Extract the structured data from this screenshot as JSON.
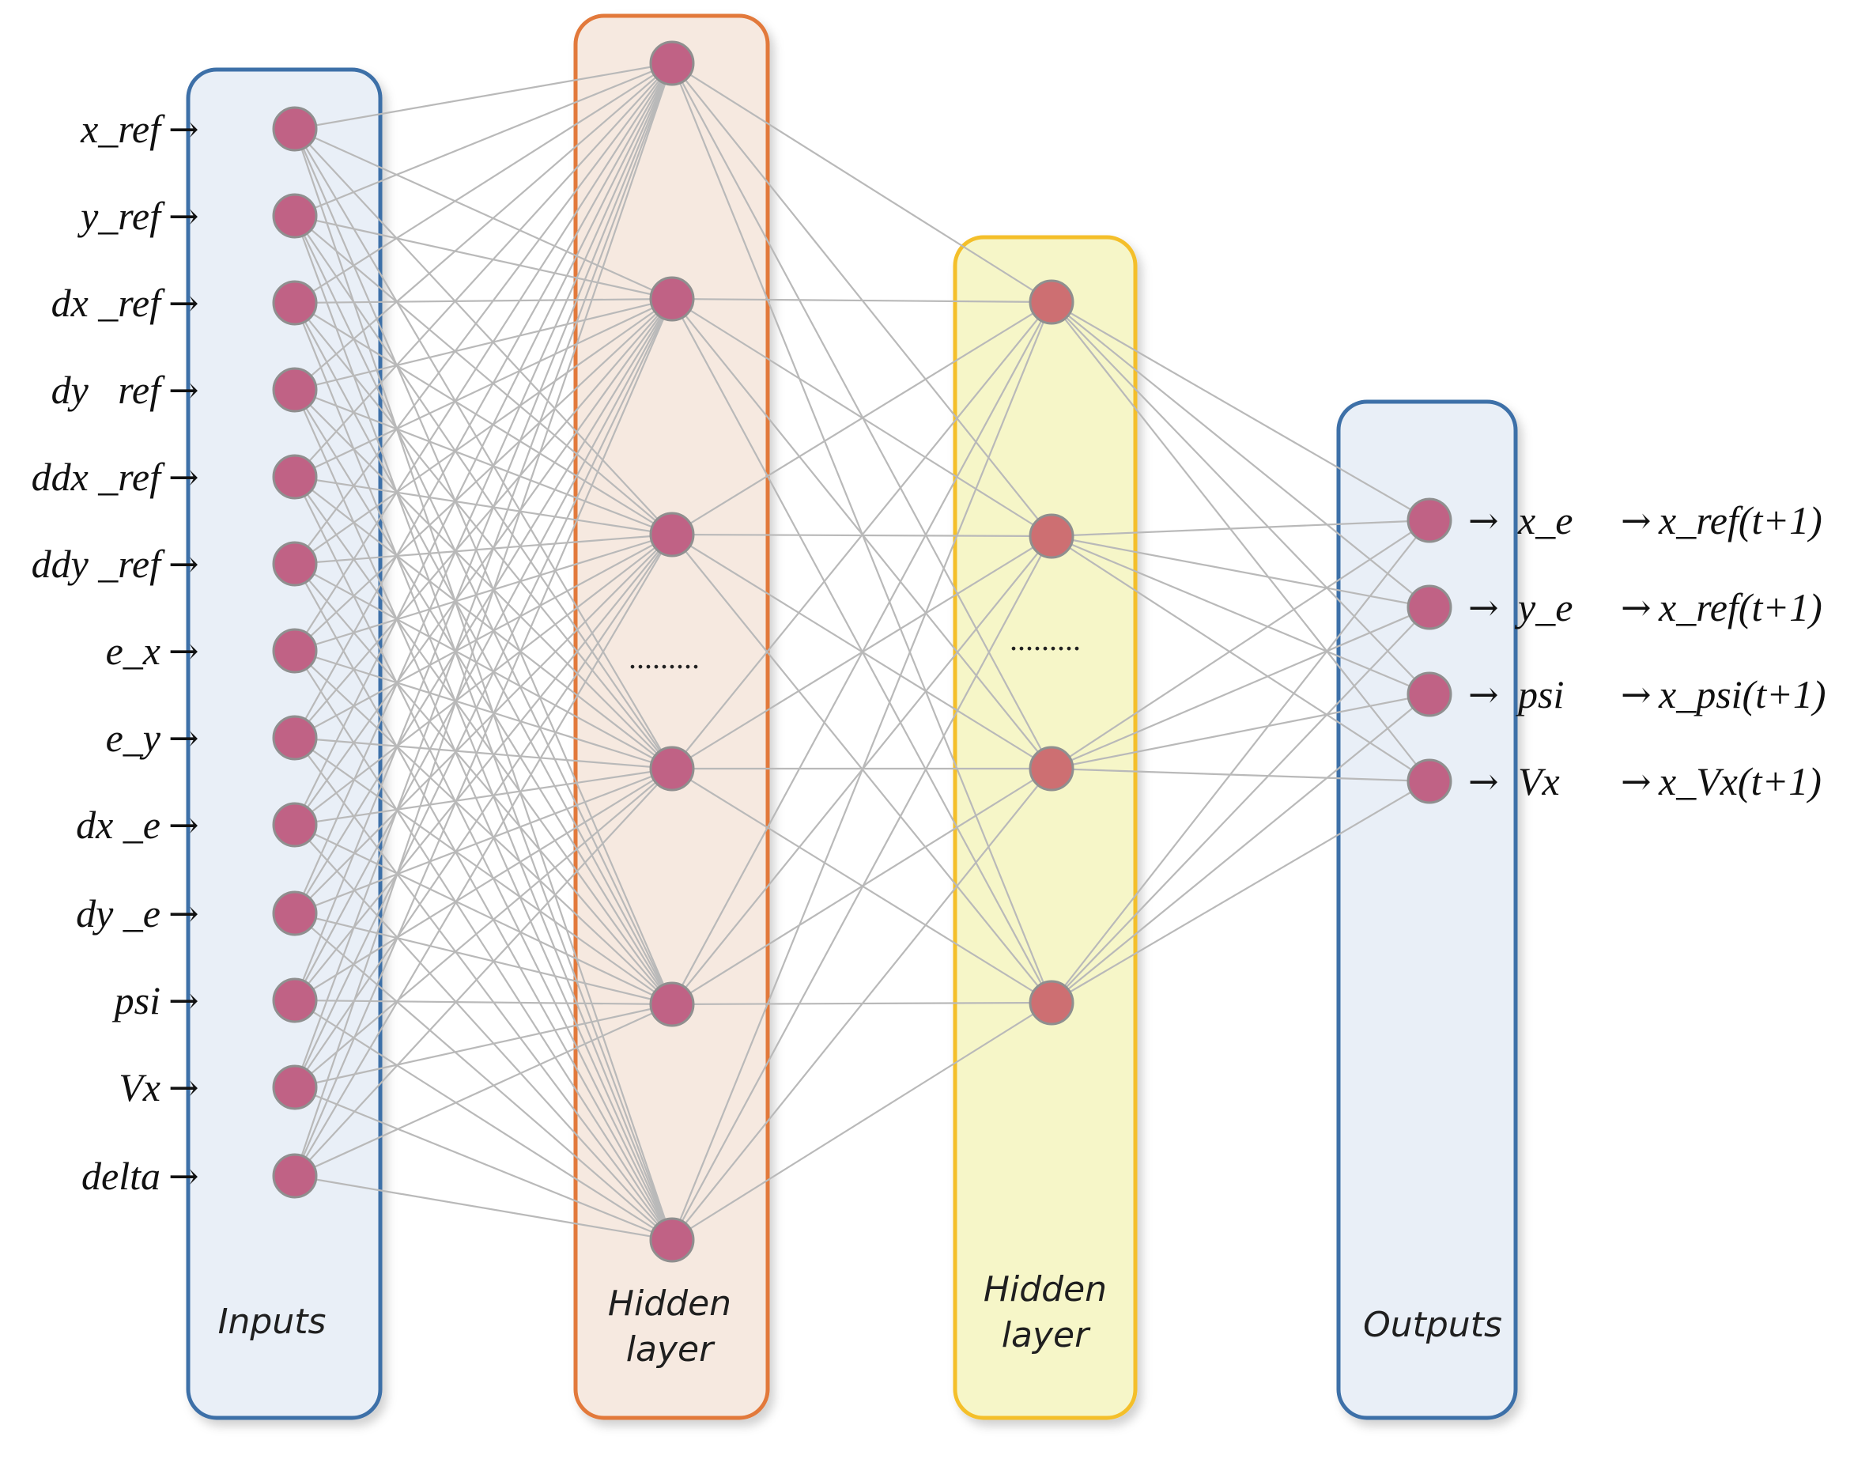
{
  "layers": [
    {
      "label_lines": [
        "Inputs"
      ],
      "fill": "#e9eff7",
      "stroke": "#3e6fa8",
      "node_fill": "#c06285",
      "node_stroke": "#8f8f8f",
      "node_count": 13
    },
    {
      "label_lines": [
        "Hidden",
        "layer"
      ],
      "fill": "#f6e9e0",
      "stroke": "#e2793a",
      "node_fill": "#c06285",
      "node_stroke": "#8f8f8f",
      "node_count": 6,
      "ellipsis": "........."
    },
    {
      "label_lines": [
        "Hidden",
        "layer"
      ],
      "fill": "#f6f6c8",
      "stroke": "#f4bf2a",
      "node_fill": "#cd6f72",
      "node_stroke": "#8f8f8f",
      "node_count": 4,
      "ellipsis": "........."
    },
    {
      "label_lines": [
        "Outputs"
      ],
      "fill": "#e9eff7",
      "stroke": "#3e6fa8",
      "node_fill": "#c06285",
      "node_stroke": "#8f8f8f",
      "node_count": 4
    }
  ],
  "inputs": [
    "x_ref",
    "y_ref",
    "dx _ref",
    "dy   ref",
    "ddx _ref",
    "ddy _ref",
    "e_x",
    "e_y",
    "dx _e",
    "dy _e",
    "psi",
    "Vx",
    "delta"
  ],
  "outputs": [
    {
      "name": "x_e",
      "target": "x_ref(t+1)"
    },
    {
      "name": "y_e",
      "target": "x_ref(t+1)"
    },
    {
      "name": "psi",
      "target": "x_psi(t+1)"
    },
    {
      "name": "Vx",
      "target": "x_Vx(t+1)"
    }
  ],
  "arrow_glyph": "→",
  "edge_color": "#b9b9b9"
}
